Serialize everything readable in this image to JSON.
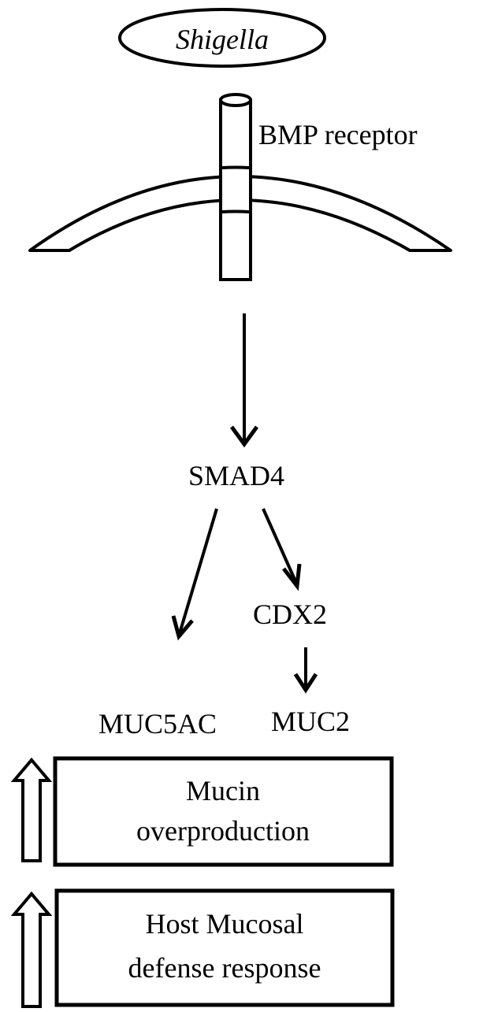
{
  "diagram": {
    "pathogen": "Shigella",
    "receptor": "BMP receptor",
    "smad": "SMAD4",
    "cdx": "CDX2",
    "muc5ac": "MUC5AC",
    "muc2": "MUC2",
    "box1": {
      "line1": "Mucin",
      "line2": "overproduction"
    },
    "box2": {
      "line1": "Host Mucosal",
      "line2": "defense response"
    }
  }
}
